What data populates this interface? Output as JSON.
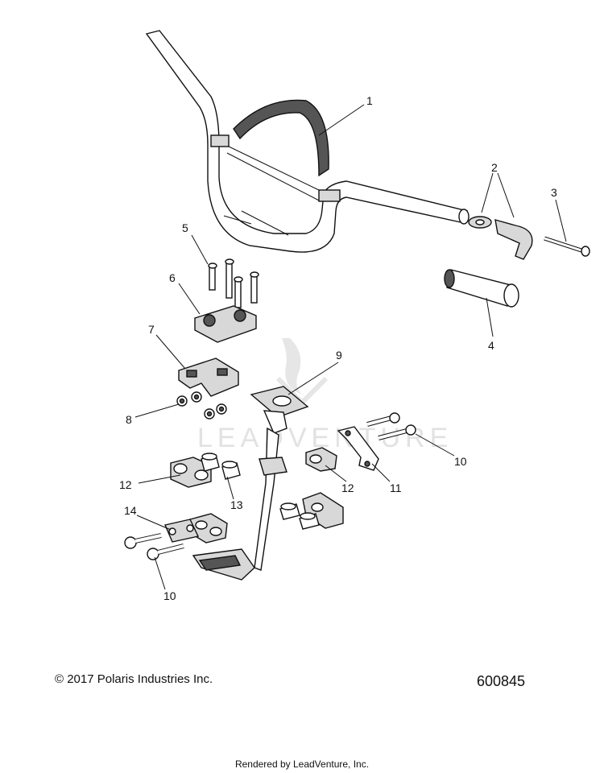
{
  "callouts": [
    "1",
    "2",
    "3",
    "4",
    "5",
    "6",
    "7",
    "8",
    "9",
    "10",
    "11",
    "12",
    "13",
    "14"
  ],
  "watermark": "LEADVENTURE",
  "copyright": "© 2017 Polaris Industries Inc.",
  "drawing_number": "600845",
  "footer": "Rendered by LeadVenture, Inc."
}
